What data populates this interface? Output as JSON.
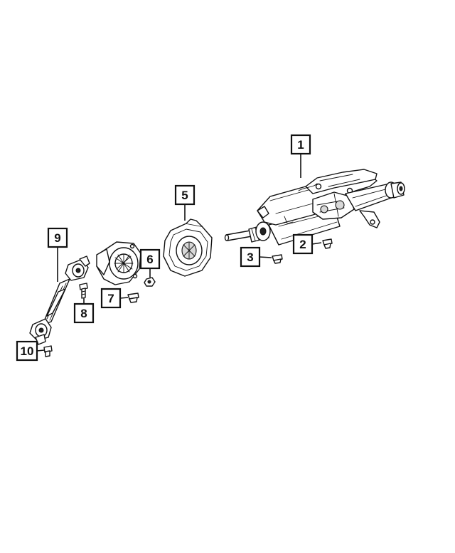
{
  "callouts": {
    "c1": "1",
    "c2": "2",
    "c3": "3",
    "c5": "5",
    "c6": "6",
    "c7": "7",
    "c8": "8",
    "c9": "9",
    "c10": "10"
  }
}
